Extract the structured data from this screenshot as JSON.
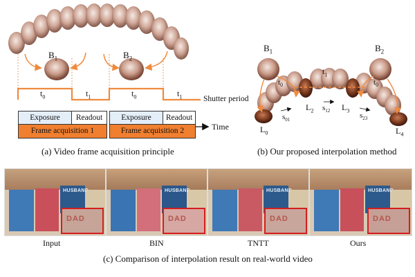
{
  "panel_a": {
    "frame_labels": {
      "b1": "B",
      "b1_sub": "1",
      "b2": "B",
      "b2_sub": "2"
    },
    "shutter": {
      "t0_a": "t",
      "t0_a_sub": "0",
      "t1_a": "t",
      "t1_a_sub": "1",
      "t0_b": "t",
      "t0_b_sub": "0",
      "t1_b": "t",
      "t1_b_sub": "1",
      "label": "Shutter period"
    },
    "exposure_1": "Exposure",
    "readout_1": "Readout",
    "acquisition_1": "Frame acquisition 1",
    "exposure_2": "Exposure",
    "readout_2": "Readout",
    "acquisition_2": "Frame acquisition 2",
    "time_label": "Time",
    "caption": "(a) Video frame acquisition principle"
  },
  "panel_b": {
    "b1": "B",
    "b1_sub": "1",
    "b2": "B",
    "b2_sub": "2",
    "t1": "t",
    "t1_sub": "1",
    "t0_left": "t",
    "t0_left_sub": "0",
    "t0_right": "t",
    "t0_right_sub": "0",
    "l0": "L",
    "l0_sub": "0",
    "l2": "L",
    "l2_sub": "2",
    "l3": "L",
    "l3_sub": "3",
    "l4": "L",
    "l4_sub": "4",
    "s01": "s",
    "s01_sub": "01",
    "s12": "s",
    "s12_sub": "12",
    "s23": "s",
    "s23_sub": "23",
    "caption": "(b) Our proposed interpolation method"
  },
  "panel_c": {
    "inset_text": "DAD",
    "book_text": "HUSBAND",
    "labels": [
      "Input",
      "BIN",
      "TNTT",
      "Ours"
    ],
    "caption": "(c) Comparison of interpolation result on real-world video"
  },
  "colors": {
    "orange": "#f08a3c",
    "blue_fill": "#e4eef9",
    "orange_fill": "#f07f2f",
    "red": "#d41e1e"
  }
}
